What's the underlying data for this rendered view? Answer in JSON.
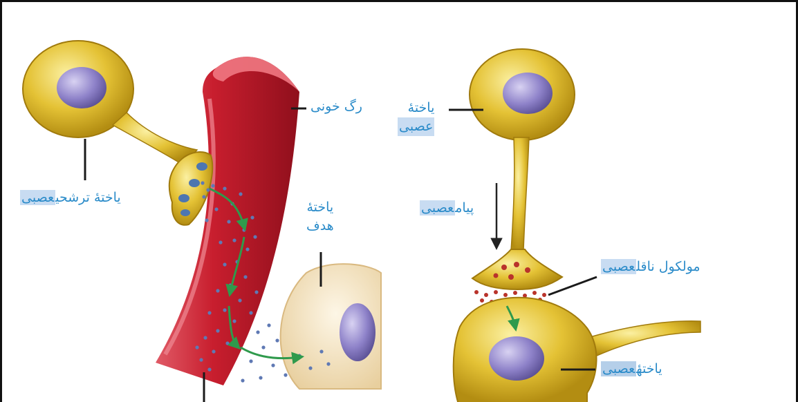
{
  "colors": {
    "label_text": "#2a8bc9",
    "label_highlight": "#c8dcf2",
    "vessel": "#c81e2e",
    "cell_body": "#e4c235",
    "nucleus": "#8e82c9",
    "target_cell": "#f3e2bf",
    "arrow": "#2f9a4c",
    "neurotransmitter_vesicle": "#b9332b",
    "hormone_particle": "#5f79b4"
  },
  "labels": {
    "blood_vessel": "رگ خونی",
    "neurosecretory_cell": {
      "part1": "یاختهٔ ترشحی",
      "part2": "عصبی"
    },
    "target_cell": {
      "line1": "یاختهٔ",
      "line2": "هدف"
    },
    "top_neuron": {
      "line1": "یاختهٔ",
      "line2": "عصبی"
    },
    "nerve_message": {
      "part1": "پیام",
      "part2": "عصبی"
    },
    "neurotransmitter": {
      "part1": "مولکول ناقل",
      "part2": "عصبی"
    },
    "bottom_neuron": {
      "part1": "یاختهٔ",
      "part2": "عصبی"
    }
  }
}
